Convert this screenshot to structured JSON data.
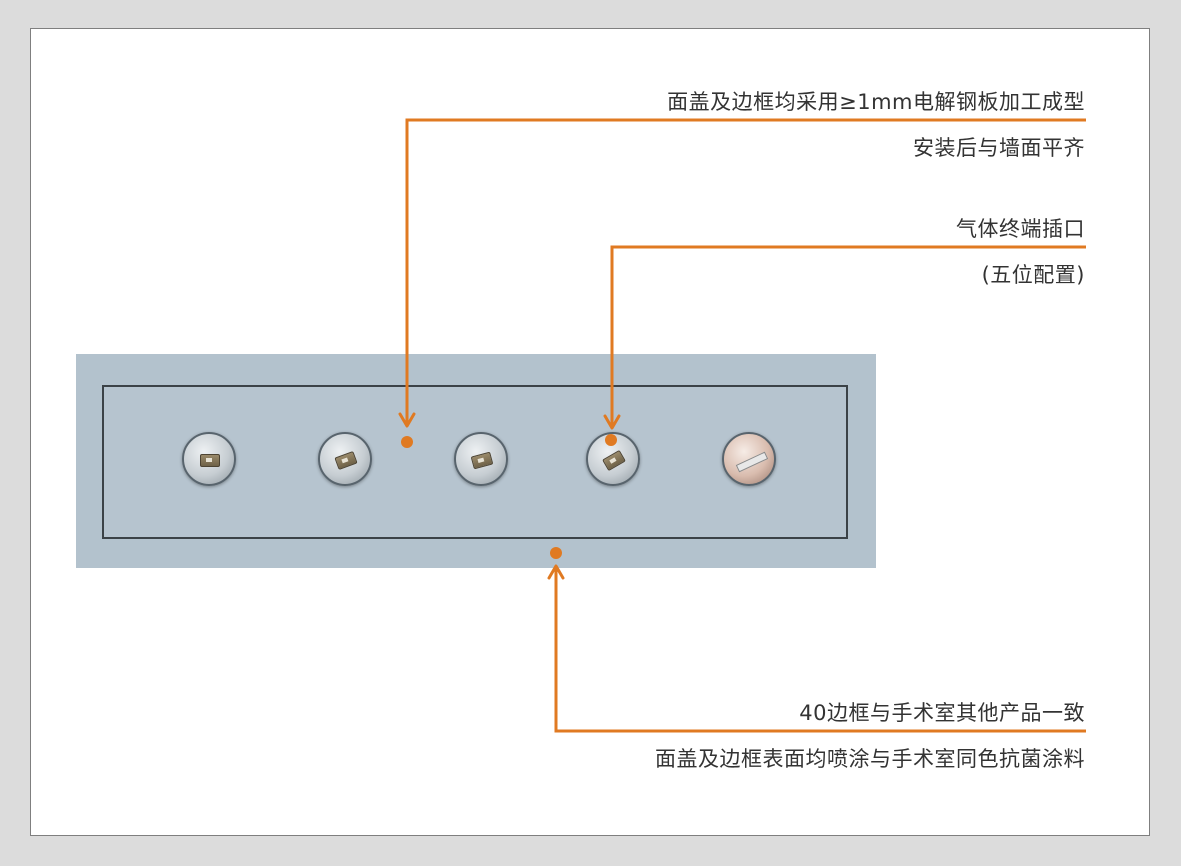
{
  "colors": {
    "accent": "#e07a22",
    "panel": "#b3c2cd",
    "text": "#333333"
  },
  "callouts": {
    "material": {
      "line1": "面盖及边框均采用≥1mm电解钢板加工成型",
      "line2": "安装后与墙面平齐"
    },
    "gas": {
      "line1": "气体终端插口",
      "line2": "(五位配置)"
    },
    "frame": {
      "line1": "40边框与手术室其他产品一致",
      "line2": "面盖及边框表面均喷涂与手术室同色抗菌涂料"
    }
  },
  "outlets": [
    {
      "name": "gas-outlet-1",
      "kind": "standard"
    },
    {
      "name": "gas-outlet-2",
      "kind": "standard"
    },
    {
      "name": "gas-outlet-3",
      "kind": "standard"
    },
    {
      "name": "gas-outlet-4",
      "kind": "standard"
    },
    {
      "name": "gas-outlet-5",
      "kind": "copper"
    }
  ]
}
